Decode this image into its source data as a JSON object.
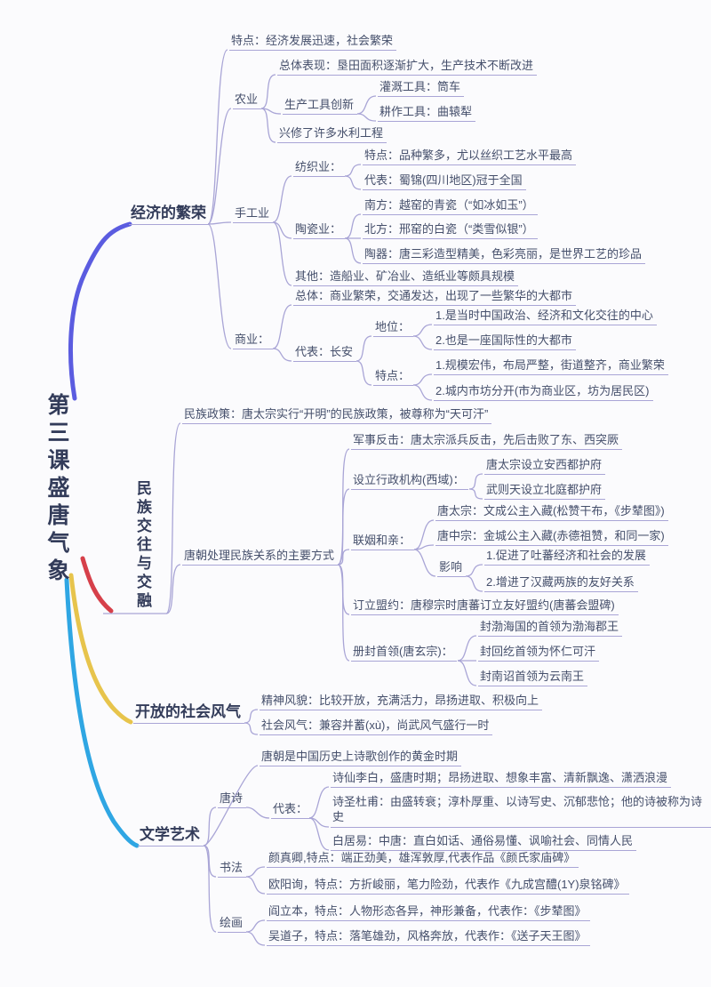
{
  "title": "第三课盛唐气象",
  "colors": {
    "background": "#fbfbfd",
    "connector": "#a9a5d6",
    "text": "#454f6b",
    "heading": "#333c5a",
    "economy_curve": "#5b5ce0",
    "ethnic_curve": "#d6404a",
    "society_curve": "#e7c44c",
    "literature_curve": "#2fa6e3"
  },
  "branches": {
    "economy": {
      "label": "经济的繁荣",
      "feature": "特点：经济发展迅速，社会繁荣",
      "agriculture": {
        "label": "农业",
        "overall": "总体表现：垦田面积逐渐扩大，生产技术不断改进",
        "tools": {
          "label": "生产工具创新",
          "irrigation": "灌溉工具：筒车",
          "farming": "耕作工具：曲辕犁"
        },
        "water": "兴修了许多水利工程"
      },
      "handicraft": {
        "label": "手工业",
        "textile": {
          "label": "纺织业：",
          "feature": "特点：品种繁多，尤以丝织工艺水平最高",
          "representative": "代表：蜀锦(四川地区)冠于全国"
        },
        "ceramics": {
          "label": "陶瓷业：",
          "south": "南方：越窑的青瓷（“如冰如玉”）",
          "north": "北方：邢窑的白瓷（“类雪似银”）",
          "pottery": "陶器：唐三彩造型精美，色彩亮丽，是世界工艺的珍品"
        },
        "others": "其他：造船业、矿冶业、造纸业等颇具规模"
      },
      "commerce": {
        "label": "商业：",
        "overall": "总体：商业繁荣，交通发达，出现了一些繁华的大都市",
        "representative": {
          "label": "代表：长安",
          "status": {
            "label": "地位：",
            "item1": "1.是当时中国政治、经济和文化交往的中心",
            "item2": "2.也是一座国际性的大都市"
          },
          "feature": {
            "label": "特点：",
            "item1": "1.规模宏伟，布局严整，街道整齐，商业繁荣",
            "item2": "2.城内市坊分开(市为商业区，坊为居民区)"
          }
        }
      }
    },
    "ethnic": {
      "label": "民族交往与交融",
      "policy": "民族政策：唐太宗实行“开明”的民族政策，被尊称为“天可汗”",
      "methods": {
        "label": "唐朝处理民族关系的主要方式",
        "military": "军事反击：唐太宗派兵反击，先后击败了东、西突厥",
        "agencies": {
          "label": "设立行政机构(西域)：",
          "item1": "唐太宗设立安西都护府",
          "item2": "武则天设立北庭都护府"
        },
        "marriage": {
          "label": "联姻和亲：",
          "taizong": "唐太宗：文成公主入藏(松赞干布，《步辇图》)",
          "zhongzong": "唐中宗：金城公主入藏(赤德祖赞，和同一家)",
          "impact": {
            "label": "影响",
            "item1": "1.促进了吐蕃经济和社会的发展",
            "item2": "2.增进了汉藏两族的友好关系"
          }
        },
        "alliance": "订立盟约：唐穆宗时唐蕃订立友好盟约(唐蕃会盟碑)",
        "conferment": {
          "label": "册封首领(唐玄宗)：",
          "item1": "封渤海国的首领为渤海郡王",
          "item2": "封回纥首领为怀仁可汗",
          "item3": "封南诏首领为云南王"
        }
      }
    },
    "society": {
      "label": "开放的社会风气",
      "spirit": "精神风貌：比较开放，充满活力，昂扬进取、积极向上",
      "custom": "社会风气：兼容并蓄(xù)，尚武风气盛行一时"
    },
    "literature": {
      "label": "文学艺术",
      "golden": "唐朝是中国历史上诗歌创作的黄金时期",
      "poetry": {
        "label": "唐诗",
        "representatives": {
          "label": "代表：",
          "libai": "诗仙李白，盛唐时期；昂扬进取、想象丰富、清新飘逸、潇洒浪漫",
          "dufu": "诗圣杜甫：由盛转衰；淳朴厚重、以诗写史、沉郁悲怆；他的诗被称为诗史",
          "baijuyi": "白居易：中唐：直白如话、通俗易懂、讽喻社会、同情人民"
        }
      },
      "calligraphy": {
        "label": "书法",
        "yan": "颜真卿,特点：端正劲美，雄浑敦厚,代表作品《颜氏家庙碑》",
        "ouyang": "欧阳询，特点：方折峻丽，笔力险劲，代表作《九成宫醴(1Y)泉铭碑》"
      },
      "painting": {
        "label": "绘画",
        "yanliben": "阎立本，特点：人物形态各异，神形兼备，代表作：《步辇图》",
        "wudaozi": "吴道子，特点：落笔雄劲，风格奔放，代表作：《送子天王图》"
      }
    }
  }
}
